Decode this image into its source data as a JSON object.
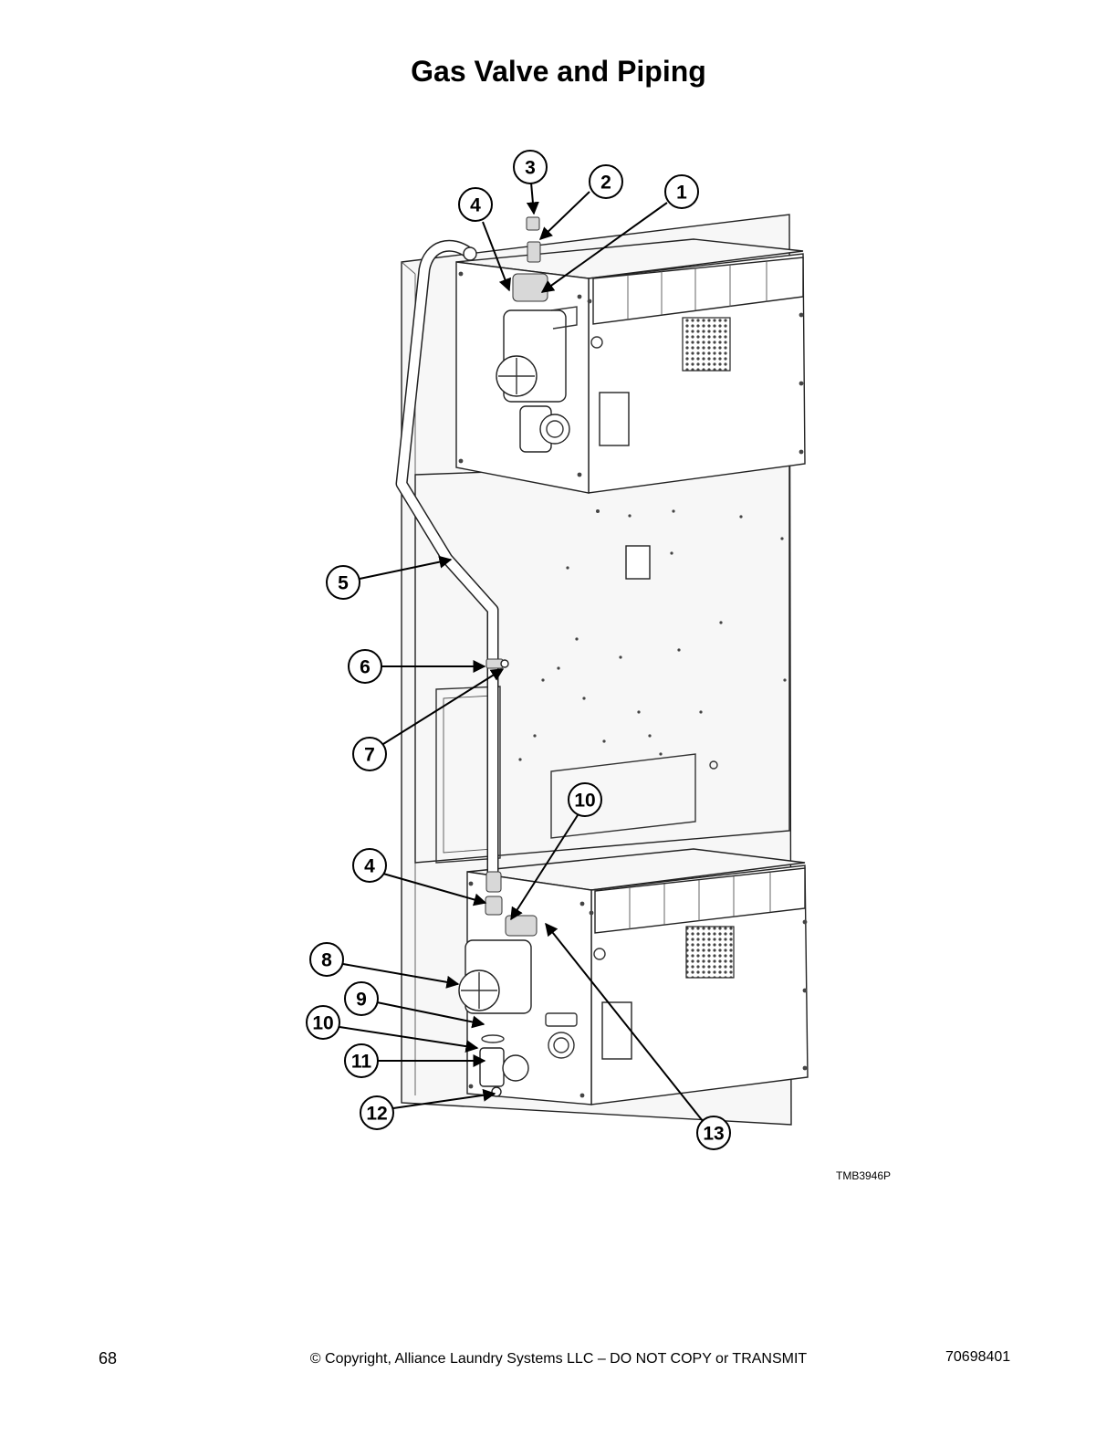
{
  "page": {
    "title": "Gas Valve and Piping",
    "figure_code": "TMB3946P",
    "page_number": "68",
    "copyright": "© Copyright, Alliance Laundry Systems LLC – DO NOT COPY or TRANSMIT",
    "document_number": "70698401"
  },
  "callouts": [
    {
      "label": "1"
    },
    {
      "label": "2"
    },
    {
      "label": "3"
    },
    {
      "label": "4"
    },
    {
      "label": "5"
    },
    {
      "label": "6"
    },
    {
      "label": "7"
    },
    {
      "label": "4"
    },
    {
      "label": "10"
    },
    {
      "label": "8"
    },
    {
      "label": "9"
    },
    {
      "label": "10"
    },
    {
      "label": "11"
    },
    {
      "label": "12"
    },
    {
      "label": "13"
    }
  ]
}
